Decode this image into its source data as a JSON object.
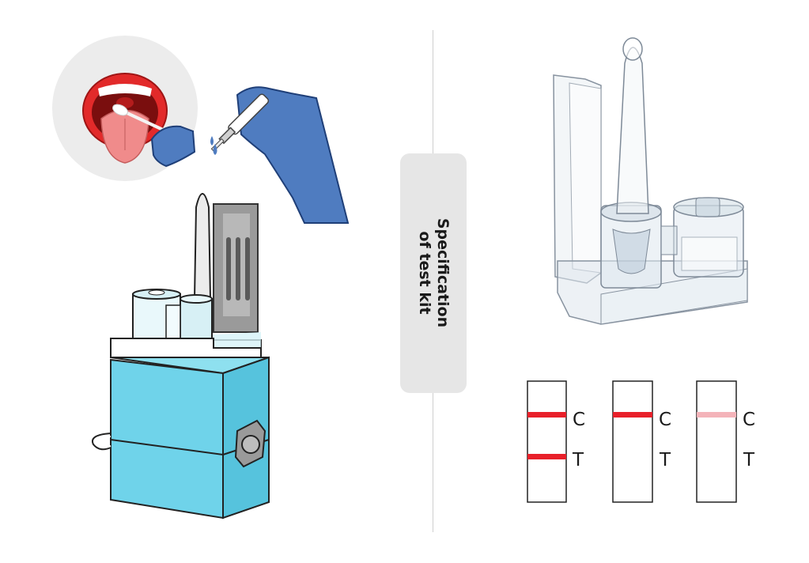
{
  "spec": {
    "line1": "Specification",
    "line2": "of test kit"
  },
  "strips": [
    {
      "c_label": "C",
      "t_label": "T",
      "control_color": "#e8202a",
      "test_color": "#e8202a",
      "test_visible": true
    },
    {
      "c_label": "C",
      "t_label": "T",
      "control_color": "#e8202a",
      "test_color": "",
      "test_visible": false
    },
    {
      "c_label": "C",
      "t_label": "T",
      "control_color": "#f4b3b9",
      "test_color": "",
      "test_visible": false
    }
  ],
  "colors": {
    "device_blue": "#6fd3ea",
    "glove_blue": "#4f7cc0",
    "lips_red": "#e22a2a",
    "tongue_pink": "#f08b8b"
  }
}
